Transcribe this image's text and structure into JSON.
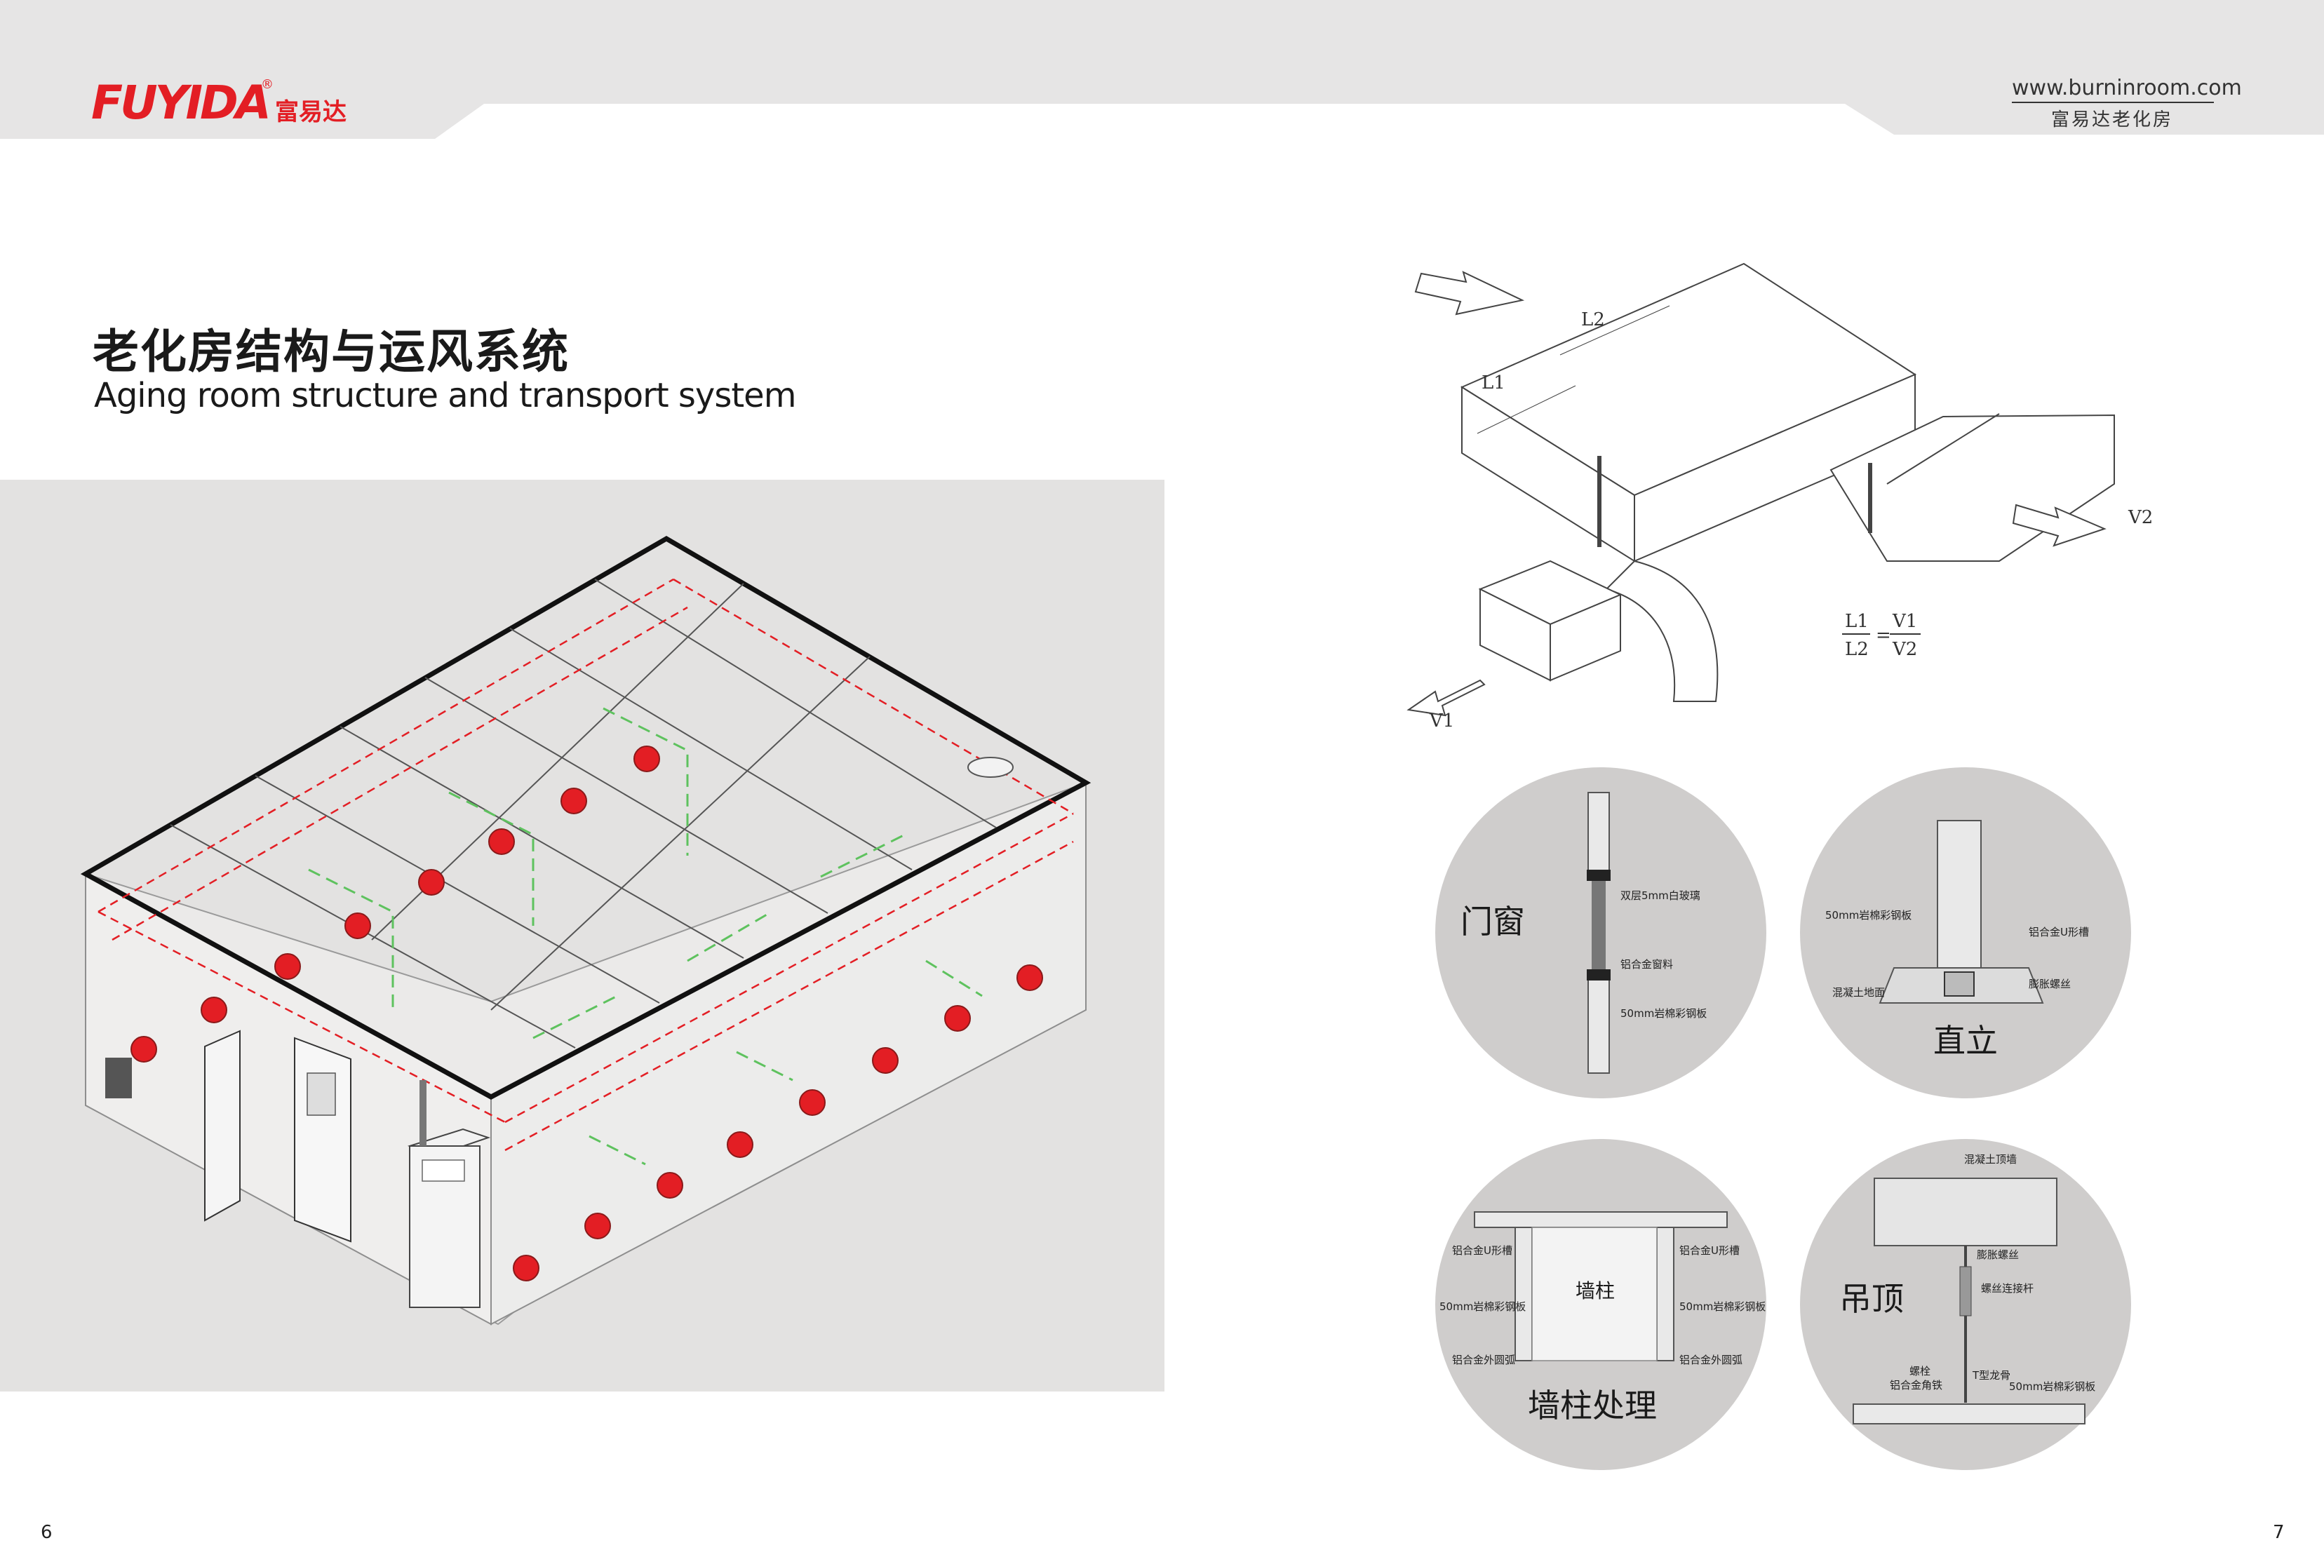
{
  "header": {
    "logo_text": "FUYIDA",
    "logo_cn": "富易达",
    "logo_reg": "®",
    "website": "www.burninroom.com",
    "website_cn": "富易达老化房"
  },
  "title": {
    "cn": "老化房结构与运风系统",
    "en": "Aging room structure and transport system"
  },
  "duct_diagram": {
    "label_l1": "L1",
    "label_l2": "L2",
    "label_v1": "V1",
    "label_v2": "V2",
    "formula": {
      "num_left": "L1",
      "den_left": "L2",
      "eq": "=",
      "num_right": "V1",
      "den_right": "V2"
    }
  },
  "details": {
    "door_window": {
      "title": "门窗",
      "labels": [
        "双层5mm白玻璃",
        "铝合金窗料",
        "50mm岩棉彩钢板"
      ]
    },
    "upright": {
      "title": "直立",
      "labels": [
        "50mm岩棉彩钢板",
        "铝合金U形槽",
        "混凝土地面",
        "膨胀螺丝"
      ]
    },
    "wall_column": {
      "title": "墙柱处理",
      "center": "墙柱",
      "labels_left": [
        "铝合金U形槽",
        "50mm岩棉彩钢板",
        "铝合金外圆弧"
      ],
      "labels_right": [
        "铝合金U形槽",
        "50mm岩棉彩钢板",
        "铝合金外圆弧"
      ]
    },
    "ceiling": {
      "title": "吊顶",
      "labels": [
        "混凝土顶墙",
        "膨胀螺丝",
        "螺丝连接杆",
        "螺栓",
        "铝合金角铁",
        "T型龙骨",
        "50mm岩棉彩钢板"
      ]
    }
  },
  "pages": {
    "left": "6",
    "right": "7"
  },
  "colors": {
    "brand_red": "#e31e24",
    "panel_gray": "#e3e2e1",
    "circle_gray": "#cfcdcc",
    "airflow_green": "#5ec25e"
  }
}
